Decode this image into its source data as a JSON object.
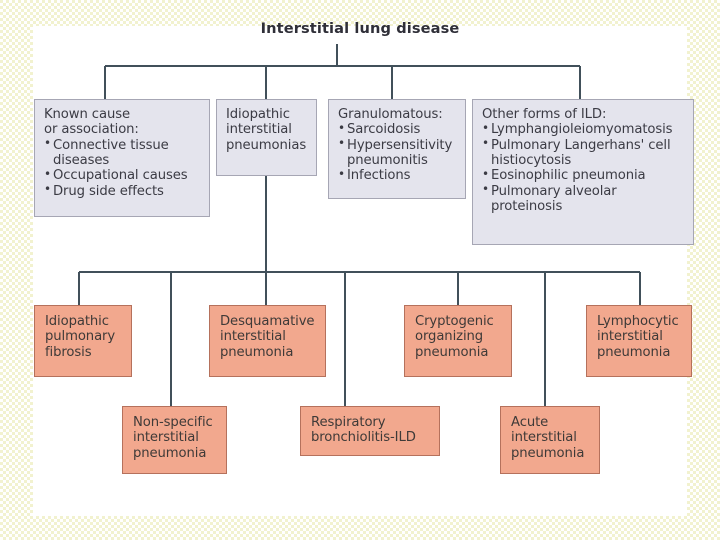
{
  "slide": {
    "title": "Interstitial lung disease",
    "frame_color": "#f2f2cf",
    "canvas_color": "#ffffff",
    "line_color": "#41505a",
    "category_box_color": "#e4e4ed",
    "entity_box_color": "#f2a88e"
  },
  "categories": [
    {
      "heading_line_1": "Known cause",
      "heading_line_2": "or association:",
      "items": [
        "Connective tissue",
        "diseases",
        "Occupational causes",
        "Drug side effects"
      ],
      "bullets": [
        {
          "text": "Connective tissue",
          "bullet": true
        },
        {
          "text": "diseases",
          "bullet": false
        },
        {
          "text": "Occupational causes",
          "bullet": true
        },
        {
          "text": "Drug side effects",
          "bullet": true
        }
      ]
    },
    {
      "heading_line_1": "Idiopathic",
      "heading_line_2": "interstitial",
      "heading_line_3": "pneumonias",
      "bullets": []
    },
    {
      "heading_line_1": "Granulomatous:",
      "bullets": [
        {
          "text": "Sarcoidosis",
          "bullet": true
        },
        {
          "text": "Hypersensitivity",
          "bullet": true
        },
        {
          "text": "pneumonitis",
          "bullet": false
        },
        {
          "text": "Infections",
          "bullet": true
        }
      ]
    },
    {
      "heading_line_1": "Other forms of ILD:",
      "bullets": [
        {
          "text": "Lymphangioleiomyomatosis",
          "bullet": true
        },
        {
          "text": "Pulmonary Langerhans' cell",
          "bullet": true
        },
        {
          "text": "histiocytosis",
          "bullet": false
        },
        {
          "text": "Eosinophilic pneumonia",
          "bullet": true
        },
        {
          "text": "Pulmonary alveolar",
          "bullet": true
        },
        {
          "text": "proteinosis",
          "bullet": false
        }
      ]
    }
  ],
  "pneumonias": [
    {
      "line1": "Idiopathic",
      "line2": "pulmonary",
      "line3": "fibrosis"
    },
    {
      "line1": "Non-specific",
      "line2": "interstitial",
      "line3": "pneumonia"
    },
    {
      "line1": "Desquamative",
      "line2": "interstitial",
      "line3": "pneumonia"
    },
    {
      "line1": "Respiratory",
      "line2": "bronchiolitis-ILD",
      "line3": ""
    },
    {
      "line1": "Cryptogenic",
      "line2": "organizing",
      "line3": "pneumonia"
    },
    {
      "line1": "Acute",
      "line2": "interstitial",
      "line3": "pneumonia"
    },
    {
      "line1": "Lymphocytic",
      "line2": "interstitial",
      "line3": "pneumonia"
    }
  ]
}
